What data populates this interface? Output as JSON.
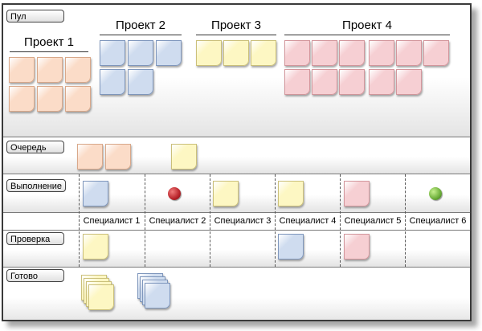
{
  "lanes": {
    "pool": "Пул",
    "queue": "Очередь",
    "execution": "Выполнение",
    "review": "Проверка",
    "done": "Готово"
  },
  "projects": [
    {
      "title": "Проект 1",
      "color": "orange",
      "count": 6
    },
    {
      "title": "Проект 2",
      "color": "blue",
      "count": 5
    },
    {
      "title": "Проект 3",
      "color": "yellow",
      "count": 3
    },
    {
      "title": "Проект 4",
      "color": "pink",
      "count": 11
    }
  ],
  "specialists": [
    "Специалист 1",
    "Специалист 2",
    "Специалист 3",
    "Специалист 4",
    "Специалист 5",
    "Специалист 6"
  ],
  "queue_cards": [
    "orange",
    "orange",
    "yellow"
  ],
  "execution": [
    {
      "specialist": 1,
      "item": "blue note"
    },
    {
      "specialist": 2,
      "item": "red ball"
    },
    {
      "specialist": 3,
      "item": "yellow note"
    },
    {
      "specialist": 4,
      "item": "yellow note"
    },
    {
      "specialist": 5,
      "item": "pink note"
    },
    {
      "specialist": 6,
      "item": "green ball"
    }
  ],
  "review": [
    {
      "specialist": 1,
      "item": "yellow note"
    },
    {
      "specialist": 4,
      "item": "blue note"
    },
    {
      "specialist": 5,
      "item": "pink note"
    }
  ],
  "done_stacks": [
    "yellow",
    "blue"
  ],
  "colors": {
    "orange": {
      "fill": "#fbdcc8",
      "border": "#d9a88a"
    },
    "blue": {
      "fill": "#cfdcef",
      "border": "#7f97bd"
    },
    "yellow": {
      "fill": "#fdf7c3",
      "border": "#cbc07a"
    },
    "pink": {
      "fill": "#f6cfd3",
      "border": "#d3969c"
    },
    "red_ball": "#b8232a",
    "green_ball": "#6cae3a"
  }
}
